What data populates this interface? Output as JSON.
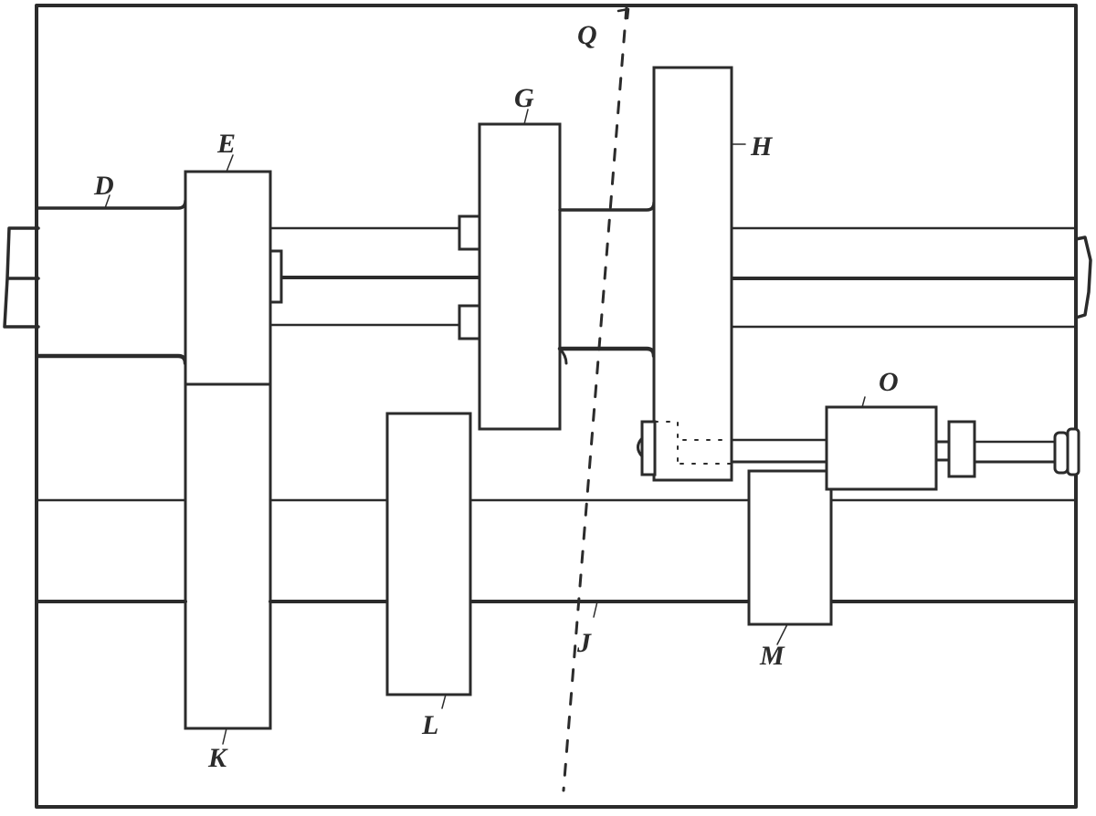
{
  "figure": {
    "colors": {
      "ink": "#2b2b2b",
      "paper": "#ffffff"
    },
    "labels": {
      "D": "D",
      "E": "E",
      "G": "G",
      "H": "H",
      "Q": "Q",
      "O": "O",
      "K": "K",
      "L": "L",
      "J": "J",
      "M": "M"
    }
  }
}
